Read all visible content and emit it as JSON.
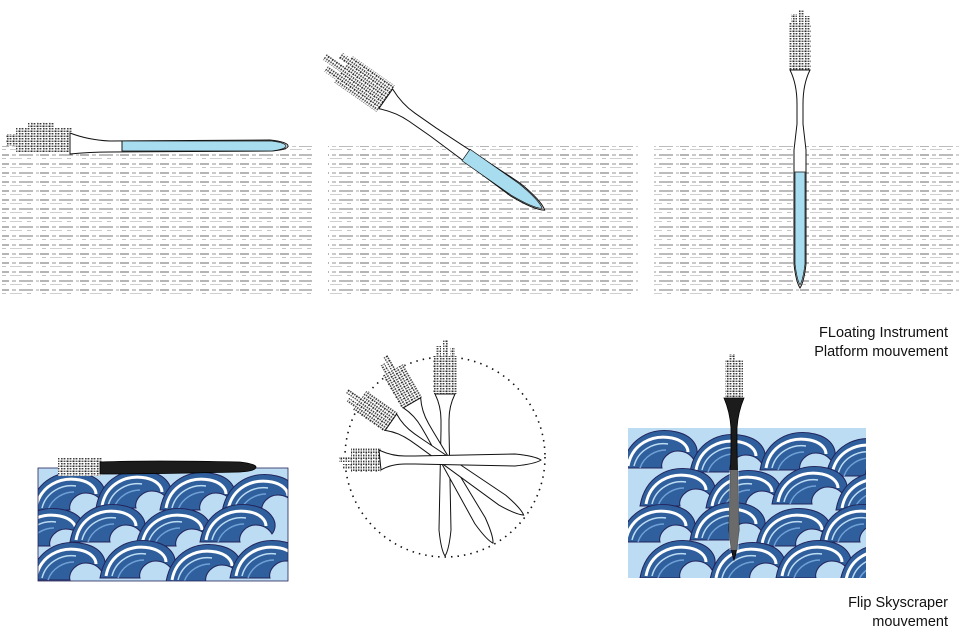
{
  "captions": {
    "floating": {
      "line1": "FLoating Instrument",
      "line2": "Platform mouvement"
    },
    "flip": {
      "line1": "Flip Skyscraper",
      "line2": "mouvement"
    }
  },
  "colors": {
    "water_fill": "#a8ddf0",
    "hull_dark": "#1c1c1c",
    "wave_dark": "#2f5f9c",
    "wave_mid": "#6fa0d6",
    "wave_light": "#bcdcf3",
    "wave_foam": "#ffffff",
    "wave_outline": "#3a3a80"
  },
  "stages": [
    "horizontal",
    "tilting",
    "vertical"
  ]
}
